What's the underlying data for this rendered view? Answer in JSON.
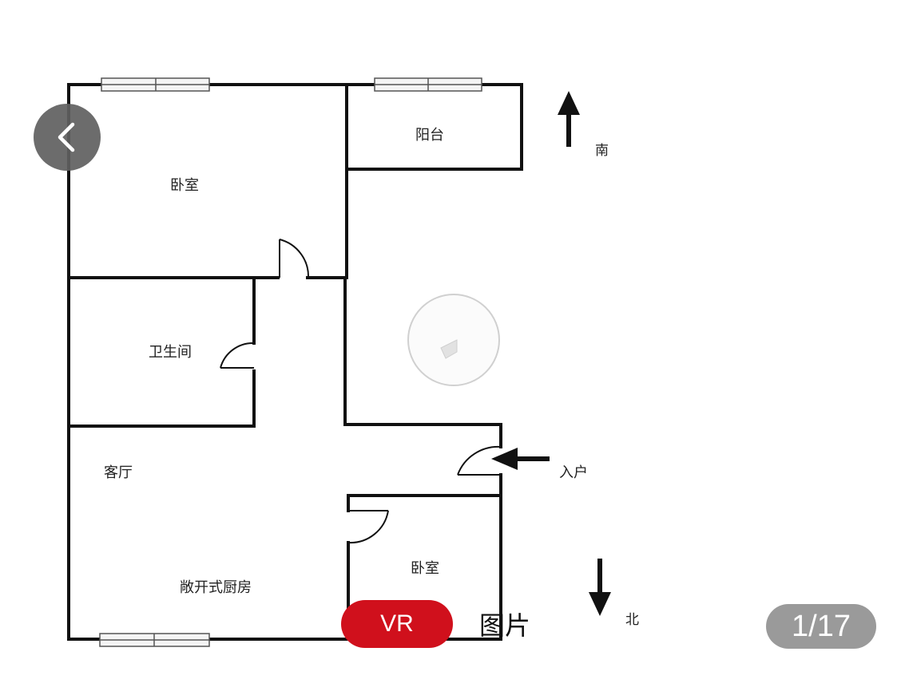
{
  "floorplan": {
    "rooms": {
      "bedroom_main": "卧室",
      "balcony": "阳台",
      "bathroom": "卫生间",
      "living_room": "客厅",
      "open_kitchen": "敞开式厨房",
      "bedroom_second": "卧室"
    },
    "directions": {
      "south": "南",
      "north": "北",
      "entrance": "入户"
    }
  },
  "gallery": {
    "back_icon": "chevron-left-icon",
    "vr_label": "VR",
    "photos_label": "图片",
    "counter": "1/17"
  },
  "colors": {
    "vr_button": "#d0101c",
    "back_button": "#606060",
    "counter_bg": "#8c8c8c",
    "wall": "#111111"
  }
}
